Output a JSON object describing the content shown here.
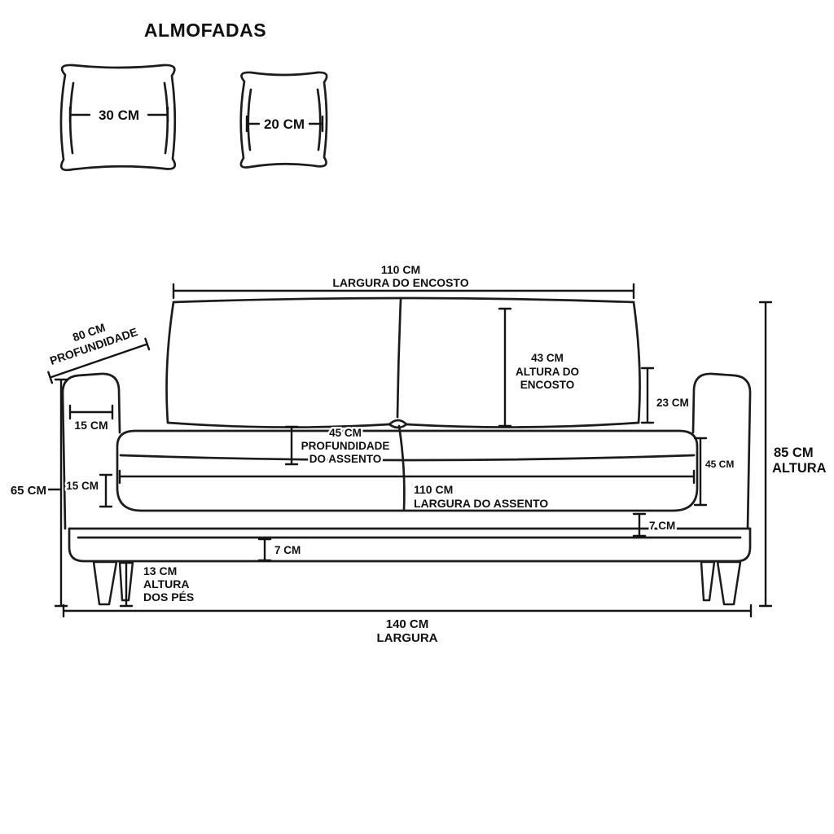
{
  "title": "ALMOFADAS",
  "pillows": {
    "large": {
      "width": "30 CM"
    },
    "small": {
      "width": "20 CM"
    }
  },
  "sofa": {
    "backrest_width": {
      "value": "110 CM",
      "label": "LARGURA DO ENCOSTO"
    },
    "depth": {
      "value": "80 CM",
      "label": "PROFUNDIDADE"
    },
    "armrest_width": {
      "value": "15 CM"
    },
    "side_height": {
      "value": "65 CM"
    },
    "seat_front_height": {
      "value": "15 CM"
    },
    "seat_depth": {
      "value": "45 CM",
      "label_line1": "PROFUNDIDADE",
      "label_line2": "DO ASSENTO"
    },
    "backrest_height": {
      "value": "43 CM",
      "label_line1": "ALTURA DO",
      "label_line2": "ENCOSTO"
    },
    "armrest_above_seat": {
      "value": "23 CM"
    },
    "seat_height": {
      "value": "45 CM"
    },
    "seat_width": {
      "value": "110 CM",
      "label": "LARGURA DO ASSENTO"
    },
    "seat_to_base_gap": {
      "value": "7 CM"
    },
    "base_height": {
      "value": "7 CM"
    },
    "feet_height": {
      "value": "13 CM",
      "label_line1": "ALTURA",
      "label_line2": "DOS PÉS"
    },
    "total_height": {
      "value": "85 CM",
      "label": "ALTURA"
    },
    "total_width": {
      "value": "140 CM",
      "label": "LARGURA"
    }
  }
}
